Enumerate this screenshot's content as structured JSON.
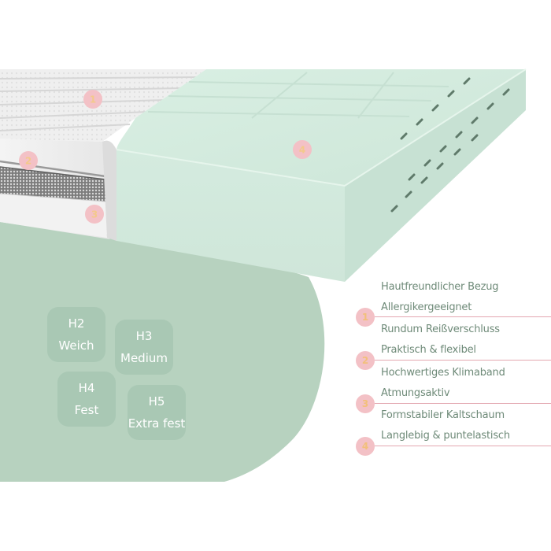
{
  "layer_markers": [
    "1",
    "2",
    "3",
    "4"
  ],
  "firmness": [
    {
      "grade": "H2",
      "label": "Weich"
    },
    {
      "grade": "H3",
      "label": "Medium"
    },
    {
      "grade": "H4",
      "label": "Fest"
    },
    {
      "grade": "H5",
      "label": "Extra fest"
    }
  ],
  "features": [
    {
      "number": "1",
      "lines": [
        "Hautfreundlicher Bezug",
        "Allergikergeeignet"
      ]
    },
    {
      "number": "2",
      "lines": [
        "Rundum Reißverschluss",
        "Praktisch & flexibel"
      ]
    },
    {
      "number": "3",
      "lines": [
        "Hochwertiges Klimaband",
        "Atmungsaktiv"
      ]
    },
    {
      "number": "4",
      "lines": [
        "Formstabiler Kaltschaum",
        "Langlebig & puntelastisch"
      ]
    }
  ],
  "colors": {
    "sage_background": "#b7d2bf",
    "foam_mint": "#d6ece0",
    "accent_pink": "#f3c1c6",
    "badge_number": "#f2c07a",
    "text_green": "#6e8a78",
    "rule_pink": "#e3a7b0"
  }
}
